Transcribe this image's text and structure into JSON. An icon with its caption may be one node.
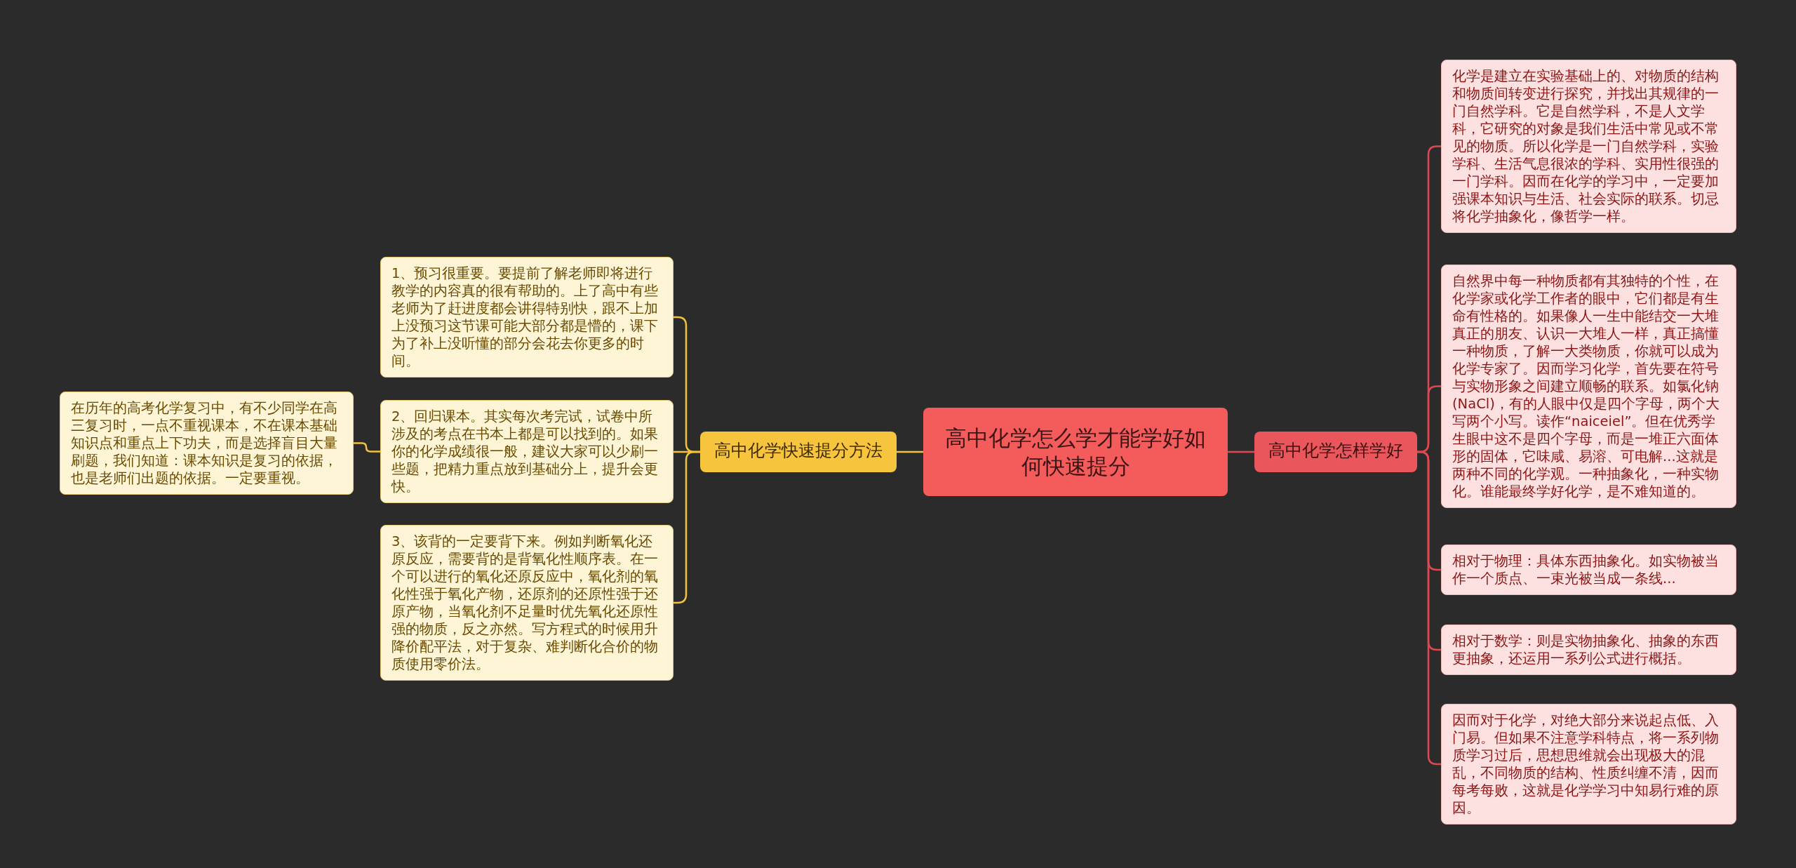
{
  "diagram": {
    "nodes": [
      {
        "text": [
          "高中化学怎么学才能学好如何快速提分"
        ]
      },
      {
        "text": [
          "高中化学快速提分方法"
        ]
      },
      {
        "text": [
          "1、预习很重要。要提前了解老师即将进行教学的内容真的很有帮助的。上了高中有些老师为了赶进度都会讲得特别快，跟不上加上没预习这节课可能大部分都是懵的，课下为了补上没听懂的部分会花去你更多的时间。"
        ]
      },
      {
        "text": [
          "2、回归课本。其实每次考完试，试卷中所涉及的考点在书本上都是可以找到的。如果你的化学成绩很一般，建议大家可以少刷一些题，把精力重点放到基础分上，提升会更快。"
        ]
      },
      {
        "text": [
          "在历年的高考化学复习中，有不少同学在高三复习时，一点不重视课本，不在课本基础知识点和重点上下功夫，而是选择盲目大量刷题，我们知道：课本知识是复习的依据，也是老师们出题的依据。一定要重视。"
        ]
      },
      {
        "text": [
          "3、该背的一定要背下来。例如判断氧化还原反应，需要背的是背氧化性顺序表。在一个可以进行的氧化还原反应中，氧化剂的氧化性强于氧化产物，还原剂的还原性强于还原产物，当氧化剂不足量时优先氧化还原性强的物质，反之亦然。写方程式的时候用升降价配平法，对于复杂、难判断化合价的物质使用零价法。"
        ]
      },
      {
        "text": [
          "高中化学怎样学好"
        ]
      },
      {
        "text": [
          "化学是建立在实验基础上的、对物质的结构和物质间转变进行探究，并找出其规律的一门自然学科。它是自然学科，不是人文学科，它研究的对象是我们生活中常见或不常见的物质。所以化学是一门自然学科，实验学科、生活气息很浓的学科、实用性很强的一门学科。因而在化学的学习中，一定要加强课本知识与生活、社会实际的联系。切忌将化学抽象化，像哲学一样。"
        ]
      },
      {
        "text": [
          "自然界中每一种物质都有其独特的个性，在化学家或化学工作者的眼中，它们都是有生命有性格的。如果像人一生中能结交一大堆真正的朋友、认识一大堆人一样，真正搞懂一种物质，了解一大类物质，你就可以成为化学专家了。因而学习化学，首先要在符号与实物形象之间建立顺畅的联系。如氯化钠(NaCl)，有的人眼中仅是四个字母，两个大写两个小写。读作“naiceiel”。但在优秀学生眼中这不是四个字母，而是一堆正六面体形的固体，它味咸、易溶、可电解...这就是两种不同的化学观。一种抽象化，一种实物化。谁能最终学好化学，是不难知道的。"
        ]
      },
      {
        "text": [
          "相对于物理：具体东西抽象化。如实物被当作一个质点、一束光被当成一条线..."
        ]
      },
      {
        "text": [
          "相对于数学：则是实物抽象化、抽象的东西更抽象，还运用一系列公式进行概括。"
        ]
      },
      {
        "text": [
          "因而对于化学，对绝大部分来说起点低、入门易。但如果不注意学科特点，将一系列物质学习过后，思想思维就会出现极大的混乱，不同物质的结构、性质纠缠不清，因而每考每败，这就是化学学习中知易行难的原因。"
        ]
      }
    ],
    "edges": [
      {
        "from": 0,
        "to": 1,
        "arrow": "none",
        "color": "#f2c23c"
      },
      {
        "from": 1,
        "to": 2,
        "arrow": "none",
        "color": "#f2c23c"
      },
      {
        "from": 1,
        "to": 3,
        "arrow": "none",
        "color": "#f2c23c"
      },
      {
        "from": 3,
        "to": 4,
        "arrow": "none",
        "color": "#f2c23c"
      },
      {
        "from": 1,
        "to": 5,
        "arrow": "none",
        "color": "#f2c23c"
      },
      {
        "from": 0,
        "to": 6,
        "arrow": "none"
      },
      {
        "from": 6,
        "to": 7,
        "arrow": "none"
      },
      {
        "from": 6,
        "to": 8,
        "arrow": "none"
      },
      {
        "from": 6,
        "to": 9,
        "arrow": "none"
      },
      {
        "from": 6,
        "to": 10,
        "arrow": "none"
      },
      {
        "from": 6,
        "to": 11,
        "arrow": "none"
      }
    ]
  }
}
